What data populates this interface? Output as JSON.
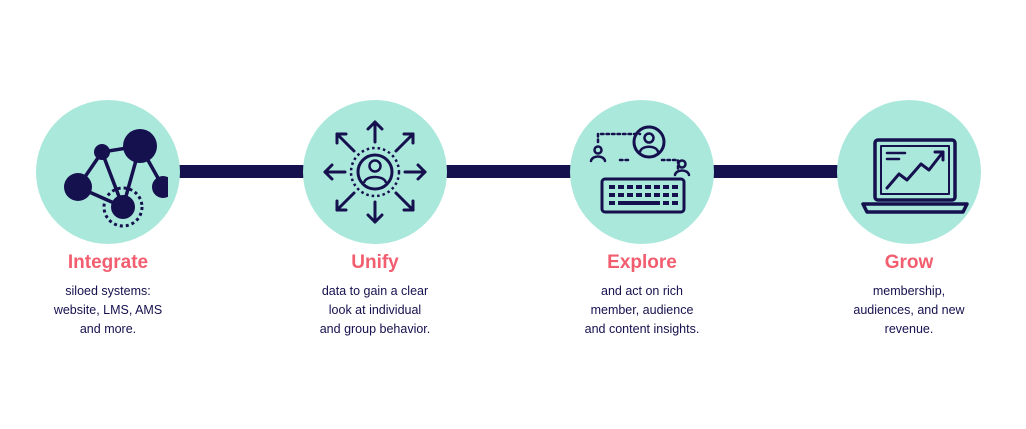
{
  "steps": [
    {
      "title": "Integrate",
      "lines": [
        "siloed systems:",
        "website, LMS, AMS",
        "and more."
      ],
      "icon": "network-nodes-icon"
    },
    {
      "title": "Unify",
      "lines": [
        "data to gain a clear",
        "look at individual",
        "and group behavior."
      ],
      "icon": "user-center-arrows-icon"
    },
    {
      "title": "Explore",
      "lines": [
        "and act on rich",
        "member, audience",
        "and content insights."
      ],
      "icon": "keyboard-users-icon"
    },
    {
      "title": "Grow",
      "lines": [
        "membership,",
        "audiences, and new",
        "revenue."
      ],
      "icon": "laptop-growth-chart-icon"
    }
  ],
  "colors": {
    "circle": "#abe8dc",
    "navy": "#15104e",
    "accent": "#f25e6f"
  }
}
